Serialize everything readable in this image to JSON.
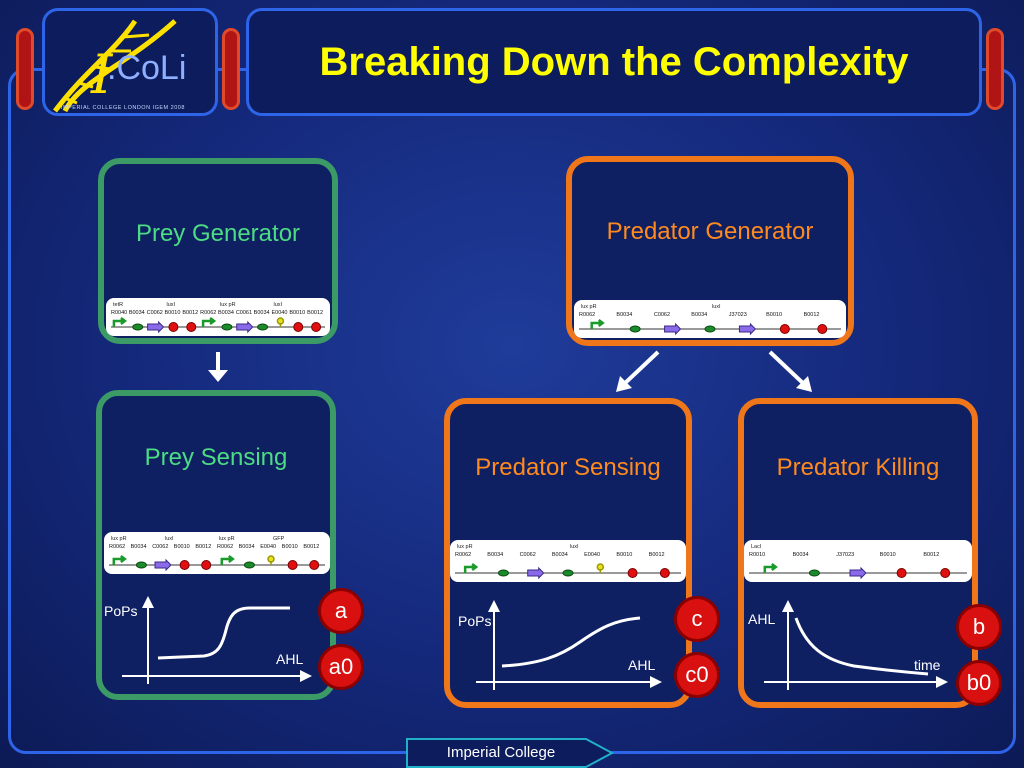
{
  "slide": {
    "title": "Breaking Down the Complexity",
    "logo": {
      "text": ".CoLi",
      "subtitle": "IMPERIAL COLLEGE LONDON IGEM 2008"
    },
    "footer": "Imperial College"
  },
  "boxes": {
    "prey_generator": "Prey Generator",
    "prey_sensing": "Prey Sensing",
    "predator_generator": "Predator Generator",
    "predator_sensing": "Predator Sensing",
    "predator_killing": "Predator Killing"
  },
  "circuits": {
    "prey_generator": {
      "top": [
        "tetR",
        "luxI",
        "lux pR",
        "luxI"
      ],
      "parts": [
        "R0040",
        "B0034",
        "C0062",
        "B0010",
        "B0012",
        "R0062",
        "B0034",
        "C0061",
        "B0034",
        "E0040",
        "B0010",
        "B0012"
      ]
    },
    "prey_sensing": {
      "top": [
        "lux pR",
        "luxI",
        "lux pR",
        "GFP"
      ],
      "parts": [
        "R0062",
        "B0034",
        "C0062",
        "B0010",
        "B0012",
        "R0062",
        "B0034",
        "E0040",
        "B0010",
        "B0012"
      ]
    },
    "predator_generator": {
      "top": [
        "lux pR",
        "luxI"
      ],
      "parts": [
        "R0062",
        "B0034",
        "C0062",
        "B0034",
        "J37023",
        "B0010",
        "B0012"
      ]
    },
    "predator_sensing": {
      "top": [
        "lux pR",
        "luxI"
      ],
      "parts": [
        "R0062",
        "B0034",
        "C0062",
        "B0034",
        "E0040",
        "B0010",
        "B0012"
      ]
    },
    "predator_killing": {
      "top": [
        "LacI"
      ],
      "parts": [
        "R0010",
        "B0034",
        "J37023",
        "B0010",
        "B0012"
      ]
    }
  },
  "graphs": {
    "prey_sensing": {
      "ylabel": "PoPs",
      "xlabel": "AHL"
    },
    "predator_sensing": {
      "ylabel": "PoPs",
      "xlabel": "AHL"
    },
    "predator_killing": {
      "ylabel": "AHL",
      "xlabel": "time"
    }
  },
  "badges": {
    "a": "a",
    "a0": "a0",
    "c": "c",
    "c0": "c0",
    "b": "b",
    "b0": "b0"
  },
  "colors": {
    "green_border": "#3c9a66",
    "orange_border": "#f0761a",
    "title": "#ffff00",
    "badge": "#d81010",
    "frame": "#2e64e8"
  }
}
